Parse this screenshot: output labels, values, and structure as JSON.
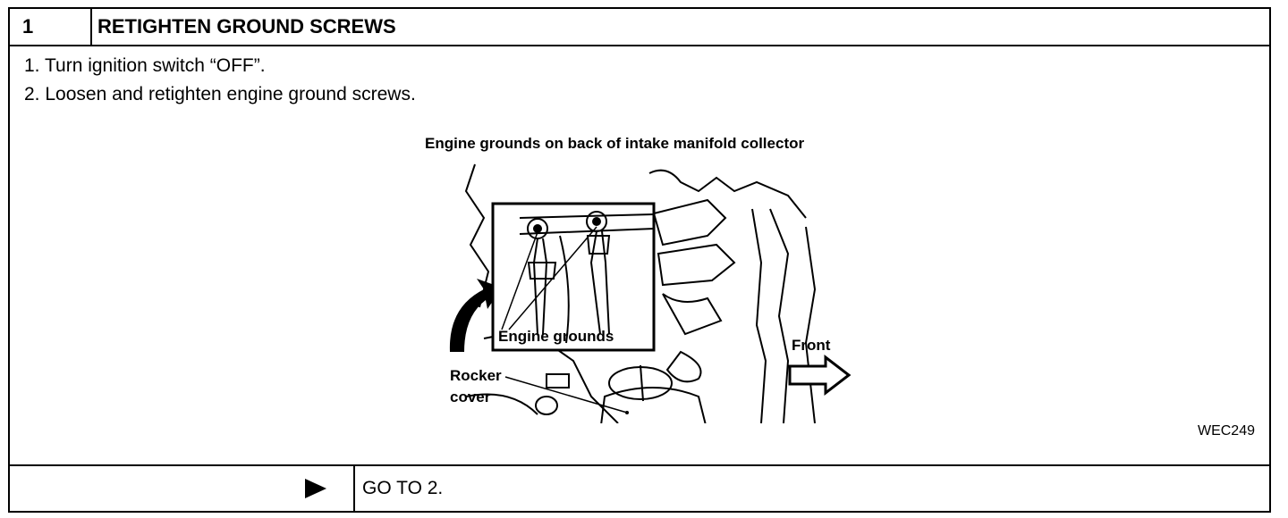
{
  "header": {
    "step_number": "1",
    "title": "RETIGHTEN GROUND SCREWS"
  },
  "instructions": [
    "1.  Turn ignition switch “OFF”.",
    "2.  Loosen and retighten engine ground screws."
  ],
  "figure": {
    "caption": "Engine grounds on back of intake manifold collector",
    "labels": {
      "engine_grounds": "Engine grounds",
      "rocker": "Rocker",
      "cover": "cover",
      "front": "Front"
    },
    "code": "WEC249"
  },
  "footer": {
    "arrow_icon": "right-triangle-icon",
    "action": "GO TO 2."
  }
}
